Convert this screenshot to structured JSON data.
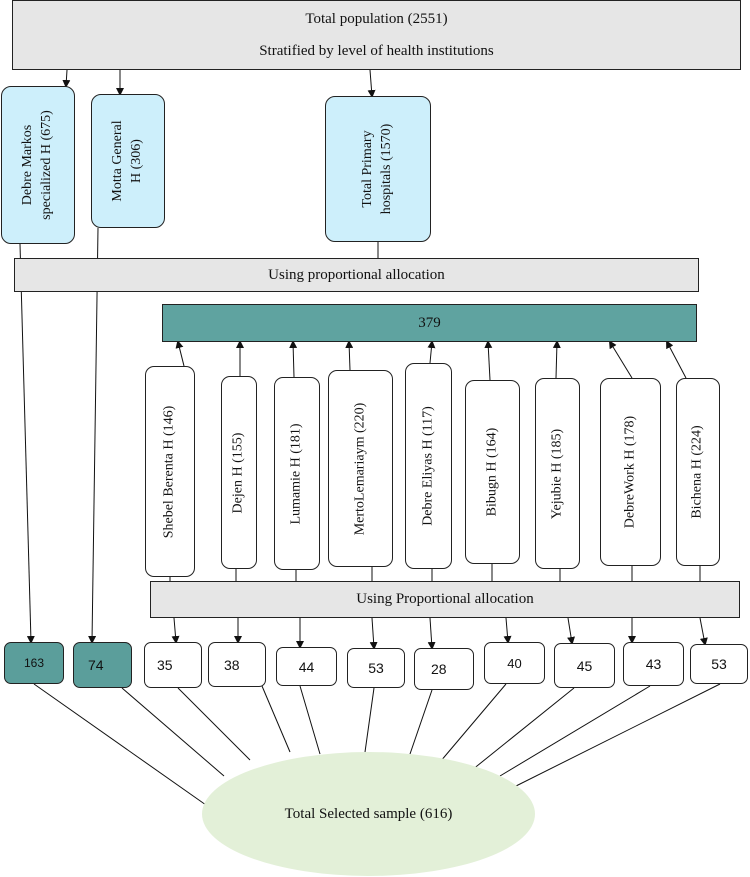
{
  "top": {
    "title": "Total population (2551)",
    "subtitle": "Stratified by level of health institutions"
  },
  "level1": [
    {
      "line1": "Debre Markos",
      "line2": "specialized H (675)"
    },
    {
      "line1": "Motta General",
      "line2": "H (306)"
    },
    {
      "line1": "Total Primary",
      "line2": "hospitals (1570)"
    }
  ],
  "allocation_label": "Using proportional allocation",
  "primary_total": "379",
  "primary_hospitals": [
    "Shebel Berenta H (146)",
    "Dejen H (155)",
    "Lumamie H (181)",
    "MertoLemariaym (220)",
    "Debre Eliyas H (117)",
    "Bibugn H (164)",
    "Yejubie H (185)",
    "DebreWork H (178)",
    "Bichena H (224)"
  ],
  "allocation_label2": "Using Proportional allocation",
  "samples": [
    "163",
    "74",
    "35",
    "38",
    "44",
    "53",
    "28",
    "40",
    "45",
    "43",
    "53"
  ],
  "total_selected": "Total Selected sample (616)"
}
